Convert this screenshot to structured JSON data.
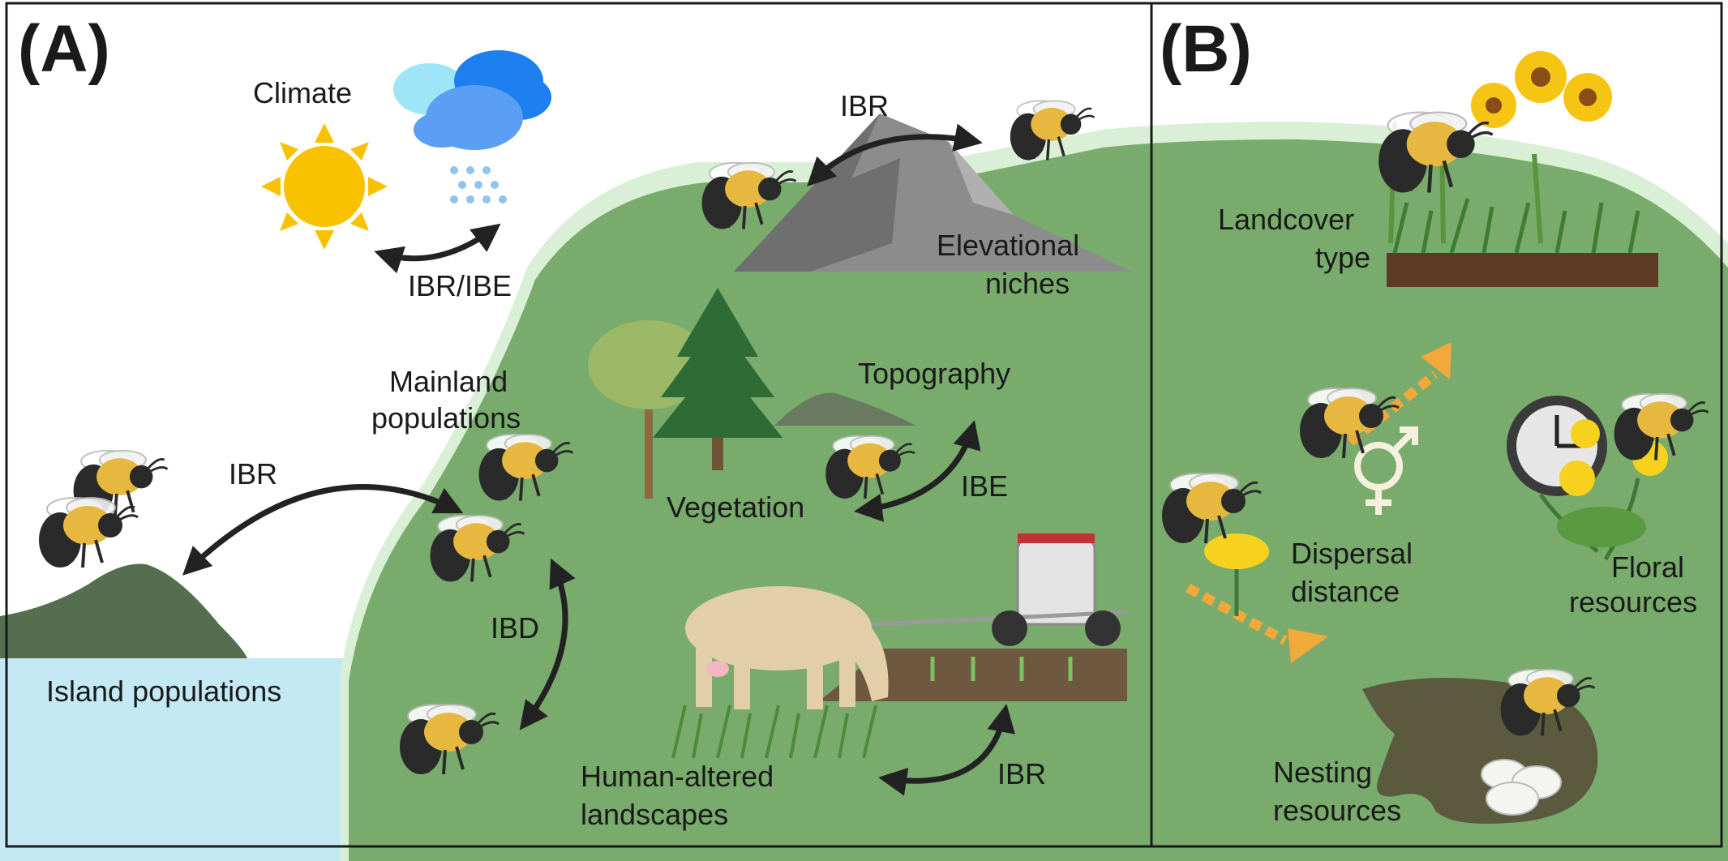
{
  "panels": {
    "a": {
      "letter": "(A)"
    },
    "b": {
      "letter": "(B)"
    }
  },
  "labels": {
    "climate": "Climate",
    "ibr_ibe": "IBR/IBE",
    "ibr_mountain": "IBR",
    "elevational_1": "Elevational",
    "elevational_2": "niches",
    "topography": "Topography",
    "mainland_1": "Mainland",
    "mainland_2": "populations",
    "ibr_island": "IBR",
    "vegetation": "Vegetation",
    "ibe": "IBE",
    "ibd": "IBD",
    "island_populations": "Island populations",
    "human_1": "Human-altered",
    "human_2": "landscapes",
    "ibr_human": "IBR",
    "landcover_1": "Landcover",
    "landcover_2": "type",
    "dispersal_1": "Dispersal",
    "dispersal_2": "distance",
    "floral_1": "Floral",
    "floral_2": "resources",
    "nesting_1": "Nesting",
    "nesting_2": "resources"
  },
  "colors": {
    "land": "#78ab6c",
    "land_edge": "#d9f0d6",
    "water": "#c4e9f5",
    "island": "#556e50",
    "arrow": "#222222",
    "dispersal_arrow": "#f2a93b",
    "panel_border": "#1a1a1a",
    "sun": "#f9c200",
    "bee_body": "#e6b840",
    "bee_dark": "#2a2a2a"
  },
  "icons": [
    "sun-icon",
    "cloud-icon",
    "rain-icon",
    "mountain-icon",
    "bee-icon",
    "tree-icon",
    "pine-tree-icon",
    "tractor-icon",
    "cow-icon",
    "crop-row-icon",
    "grass-icon",
    "sunflower-icon",
    "clock-icon",
    "dandelion-icon",
    "male-female-symbol-icon",
    "nest-eggs-icon"
  ]
}
